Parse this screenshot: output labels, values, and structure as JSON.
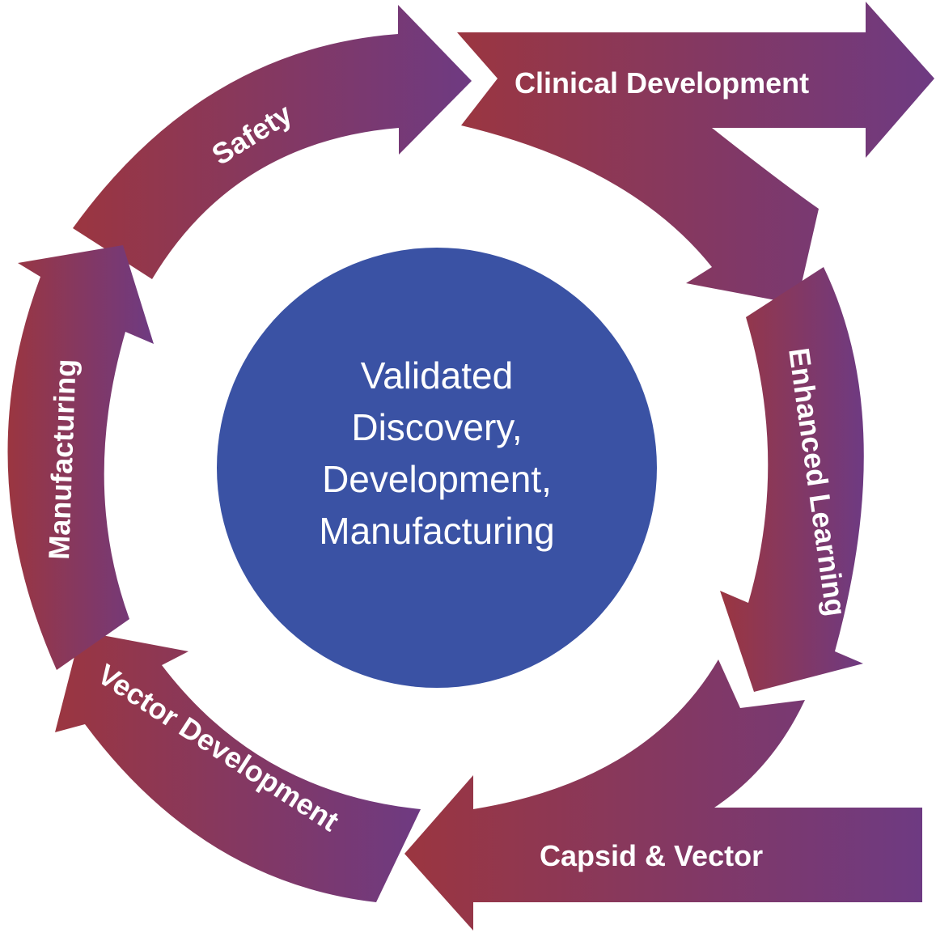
{
  "center": {
    "lines": [
      "Validated",
      "Discovery,",
      "Development,",
      "Manufacturing"
    ],
    "color": "#3a52a4"
  },
  "arrows": [
    {
      "id": "clinical-development",
      "label": "Clinical Development"
    },
    {
      "id": "enhanced-learning",
      "label": "Enhanced Learning"
    },
    {
      "id": "capsid-vector",
      "label": "Capsid & Vector"
    },
    {
      "id": "vector-development",
      "label": "Vector Development"
    },
    {
      "id": "manufacturing",
      "label": "Manufacturing"
    },
    {
      "id": "safety",
      "label": "Safety"
    }
  ],
  "colors": {
    "gradient_start": "#9b3640",
    "gradient_end": "#6e3a82"
  }
}
